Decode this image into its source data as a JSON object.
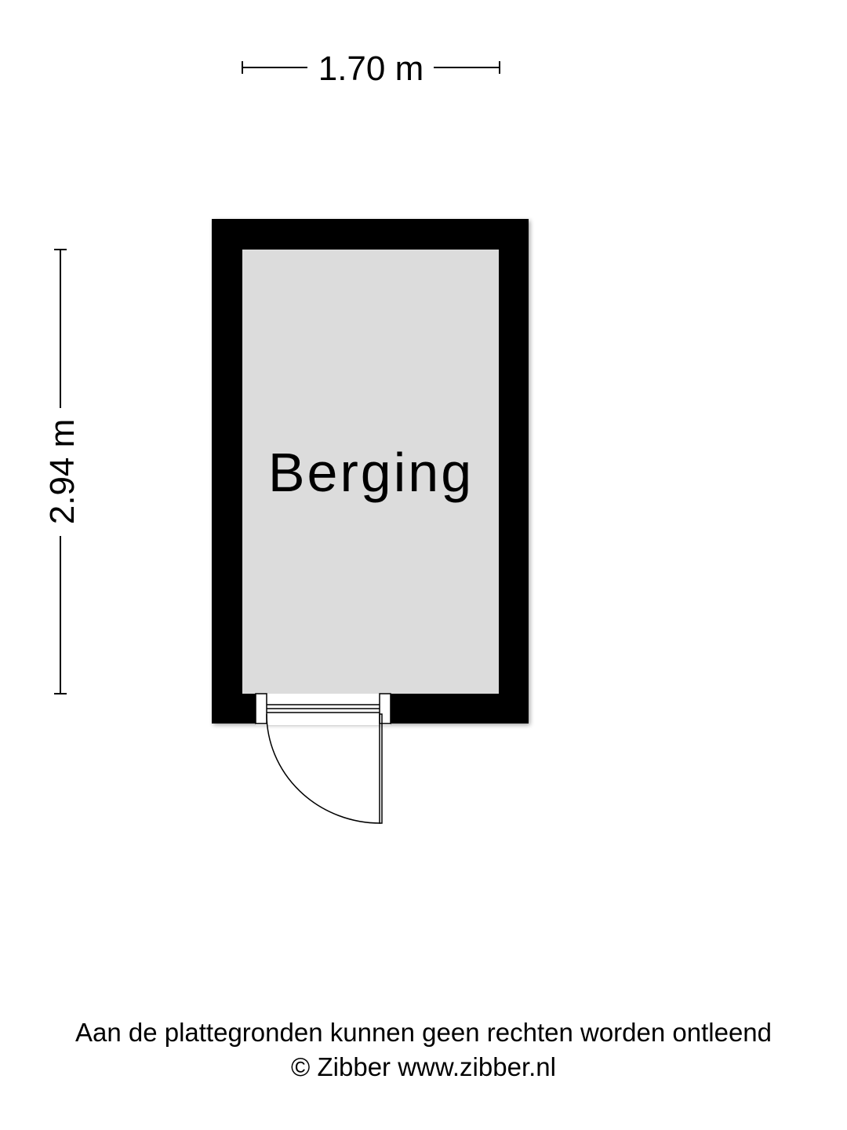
{
  "floorplan": {
    "room_name": "Berging",
    "width_label": "1.70 m",
    "height_label": "2.94 m",
    "wall_color": "#000000",
    "floor_color": "#dcdcdc"
  },
  "footer": {
    "disclaimer": "Aan de plattegronden kunnen geen rechten worden ontleend",
    "copyright": "© Zibber www.zibber.nl"
  }
}
